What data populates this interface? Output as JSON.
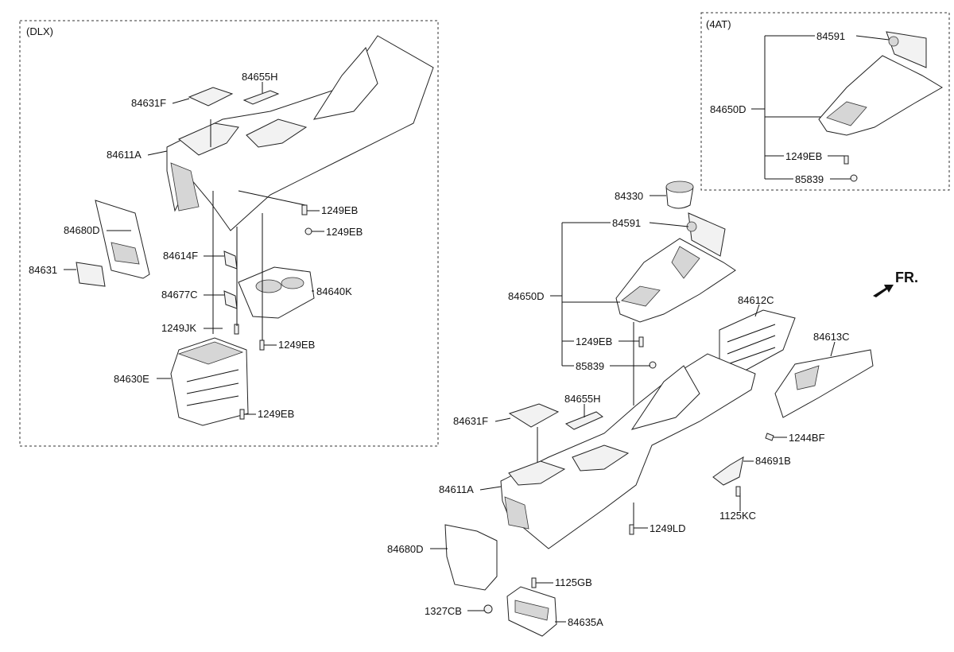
{
  "sections": {
    "dlx": "(DLX)",
    "at4": "(4AT)"
  },
  "direction": "FR.",
  "labels": {
    "dlx_84655H": "84655H",
    "dlx_84631F": "84631F",
    "dlx_84611A": "84611A",
    "dlx_84680D": "84680D",
    "dlx_84631": "84631",
    "dlx_84614F": "84614F",
    "dlx_84677C": "84677C",
    "dlx_1249JK": "1249JK",
    "dlx_84640K": "84640K",
    "dlx_1249EB_a": "1249EB",
    "dlx_1249EB_b": "1249EB",
    "dlx_1249EB_c": "1249EB",
    "dlx_1249EB_d": "1249EB",
    "dlx_84630E": "84630E",
    "at4_84591": "84591",
    "at4_84650D": "84650D",
    "at4_1249EB": "1249EB",
    "at4_85839": "85839",
    "m_84330": "84330",
    "m_84591": "84591",
    "m_84650D": "84650D",
    "m_1249EB": "1249EB",
    "m_85839": "85839",
    "m_84612C": "84612C",
    "m_84613C": "84613C",
    "m_84655H": "84655H",
    "m_84631F": "84631F",
    "m_84611A": "84611A",
    "m_1244BF": "1244BF",
    "m_84691B": "84691B",
    "m_1125KC": "1125KC",
    "m_1249LD": "1249LD",
    "m_84680D": "84680D",
    "m_1125GB": "1125GB",
    "m_1327CB": "1327CB",
    "m_84635A": "84635A"
  }
}
